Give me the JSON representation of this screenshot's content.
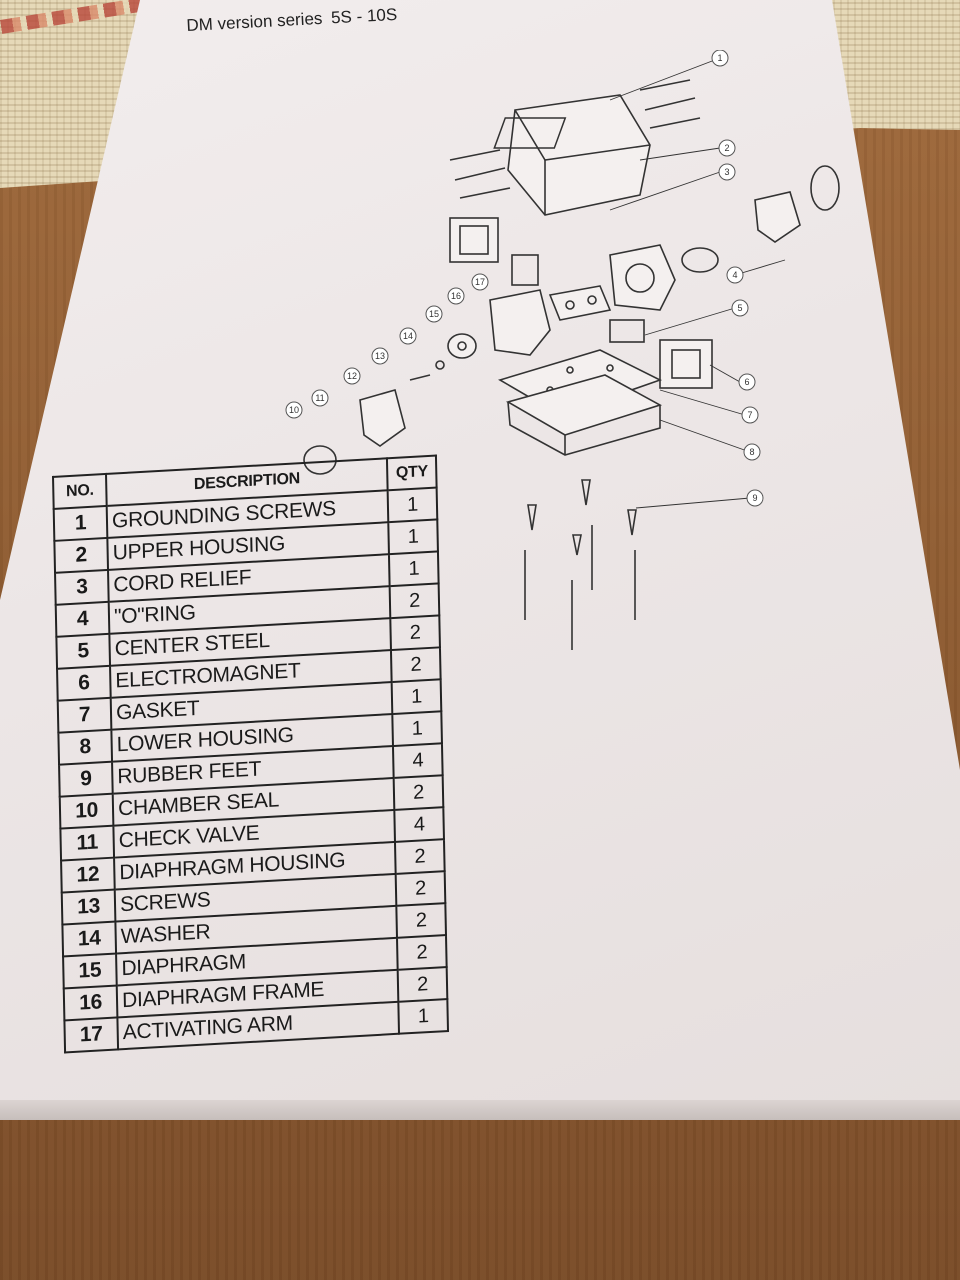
{
  "document": {
    "header": {
      "prefix": "DM version series",
      "model": "5S - 10S"
    },
    "table": {
      "columns": [
        "NO.",
        "DESCRIPTION",
        "QTY"
      ],
      "rows": [
        {
          "no": "1",
          "description": "GROUNDING SCREWS",
          "qty": "1"
        },
        {
          "no": "2",
          "description": "UPPER HOUSING",
          "qty": "1"
        },
        {
          "no": "3",
          "description": "CORD RELIEF",
          "qty": "1"
        },
        {
          "no": "4",
          "description": "\"O\"RING",
          "qty": "2"
        },
        {
          "no": "5",
          "description": "CENTER STEEL",
          "qty": "2"
        },
        {
          "no": "6",
          "description": "ELECTROMAGNET",
          "qty": "2"
        },
        {
          "no": "7",
          "description": "GASKET",
          "qty": "1"
        },
        {
          "no": "8",
          "description": "LOWER HOUSING",
          "qty": "1"
        },
        {
          "no": "9",
          "description": "RUBBER FEET",
          "qty": "4"
        },
        {
          "no": "10",
          "description": "CHAMBER SEAL",
          "qty": "2"
        },
        {
          "no": "11",
          "description": "CHECK VALVE",
          "qty": "4"
        },
        {
          "no": "12",
          "description": "DIAPHRAGM HOUSING",
          "qty": "2"
        },
        {
          "no": "13",
          "description": "SCREWS",
          "qty": "2"
        },
        {
          "no": "14",
          "description": "WASHER",
          "qty": "2"
        },
        {
          "no": "15",
          "description": "DIAPHRAGM",
          "qty": "2"
        },
        {
          "no": "16",
          "description": "DIAPHRAGM FRAME",
          "qty": "2"
        },
        {
          "no": "17",
          "description": "ACTIVATING ARM",
          "qty": "1"
        }
      ]
    },
    "callouts": [
      "1",
      "2",
      "3",
      "4",
      "5",
      "6",
      "7",
      "8",
      "9",
      "10",
      "11",
      "12",
      "13",
      "14",
      "15",
      "16",
      "17"
    ]
  }
}
